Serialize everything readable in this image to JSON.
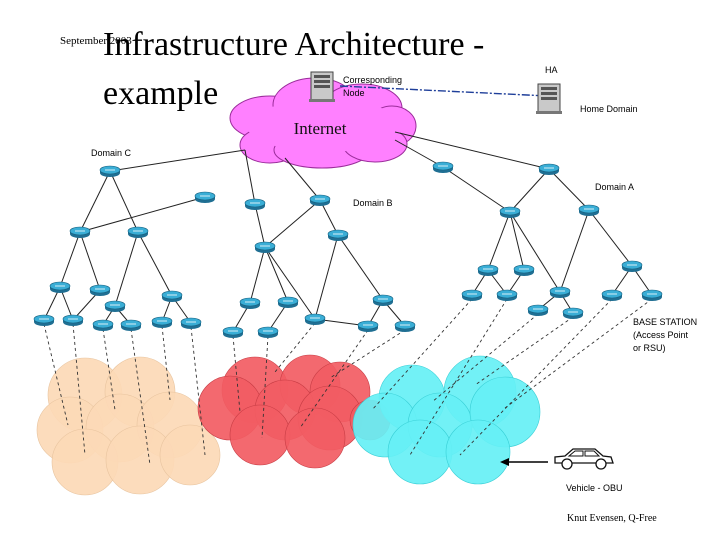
{
  "header": {
    "date": "September 2003",
    "title_line1": "Infrastructure Architecture -",
    "title_line2": "example"
  },
  "labels": {
    "corresponding_node": [
      "Corresponding",
      "Node"
    ],
    "ha": "HA",
    "home_domain": "Home Domain",
    "internet": "Internet",
    "domain_c": "Domain C",
    "domain_a": "Domain A",
    "domain_b": "Domain B",
    "base_station": [
      "BASE STATION",
      "(Access Point",
      "or RSU)"
    ],
    "vehicle": "Vehicle - OBU"
  },
  "footer": {
    "author": "Knut Evensen, Q-Free"
  },
  "colors": {
    "internet_cloud": "#ff80ff",
    "domain_c_cells": "#fcd9b6",
    "domain_b_cells": "#f25c63",
    "domain_a_cells": "#66f0f5",
    "router": "#3aaed6"
  }
}
